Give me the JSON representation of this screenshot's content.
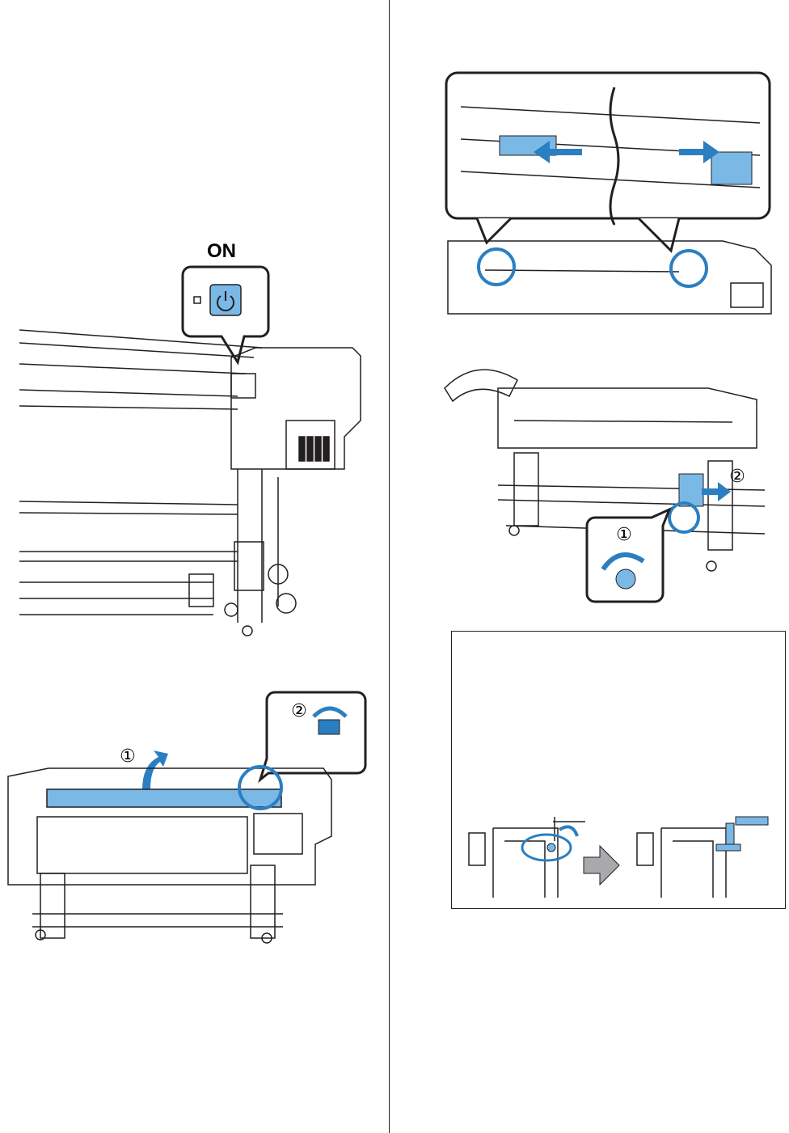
{
  "power_figure": {
    "on_label": "ON",
    "power_symbol": "⏻"
  },
  "cover_figure": {
    "step1": "①",
    "step2": "②"
  },
  "holder_figure": {},
  "roller_figure": {
    "step1": "①",
    "step2": "②"
  },
  "note_figure": {},
  "colors": {
    "accent_blue": "#2b7fc1",
    "light_blue": "#7ab8e6",
    "line": "#231f20",
    "gray_arrow": "#a7a9ac"
  }
}
